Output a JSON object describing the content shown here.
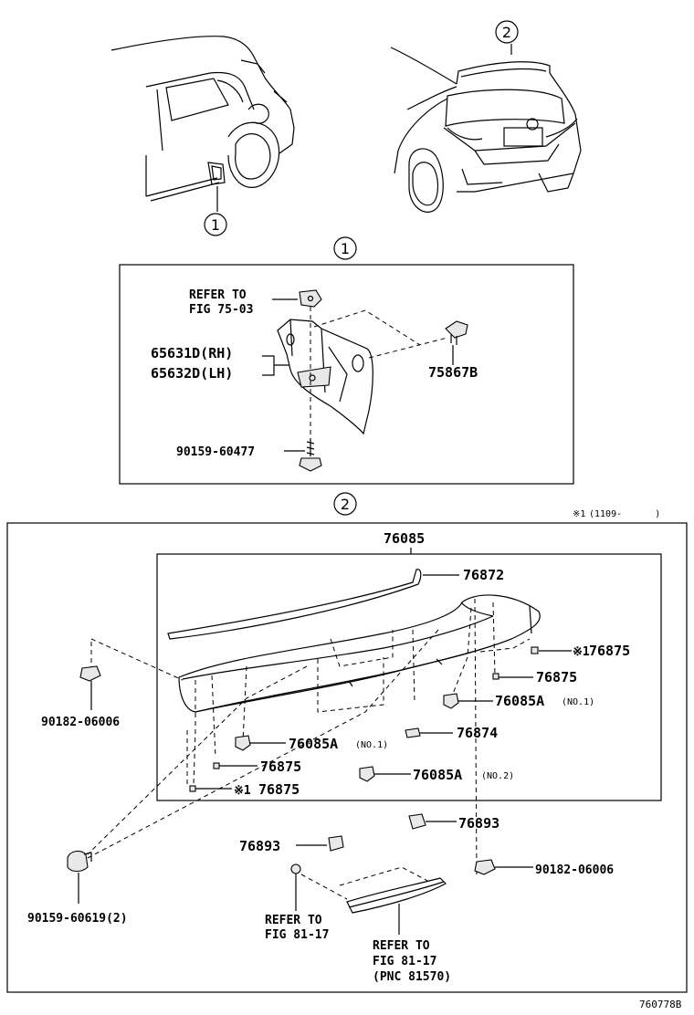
{
  "callouts": {
    "c1": "1",
    "c2": "2"
  },
  "section1": {
    "refer_line1": "REFER TO",
    "refer_line2": "FIG 75-03",
    "part_rh": "65631D(RH)",
    "part_lh": "65632D(LH)",
    "clip": "75867B",
    "bolt": "90159-60477"
  },
  "section2": {
    "note_mark": "※1",
    "note_range": "(1109-      )",
    "spoiler": "76085",
    "strip": "76872",
    "seal_star": "76875",
    "seal": "76875",
    "screw_a1_right": "76085A",
    "screw_a1_right_note": "(NO.1)",
    "tape": "76874",
    "screw_a1_left": "76085A",
    "screw_a1_left_note": "(NO.1)",
    "screw_a2": "76085A",
    "screw_a2_note": "(NO.2)",
    "seal_left": "76875",
    "seal_left_star": "76875",
    "nut_left": "90182-06006",
    "nut_right": "90182-06006",
    "clip_right": "76893",
    "clip_left": "76893",
    "bolt_left": "90159-60619(2)",
    "refer_a_line1": "REFER TO",
    "refer_a_line2": "FIG 81-17",
    "refer_b_line1": "REFER TO",
    "refer_b_line2": "FIG 81-17",
    "refer_b_line3": "(PNC 81570)"
  },
  "figure_id": "760778B",
  "icons": [
    "hatchback-side-view",
    "hatchback-rear-view",
    "mudguard",
    "clip",
    "bolt",
    "spoiler",
    "stop-lamp"
  ]
}
